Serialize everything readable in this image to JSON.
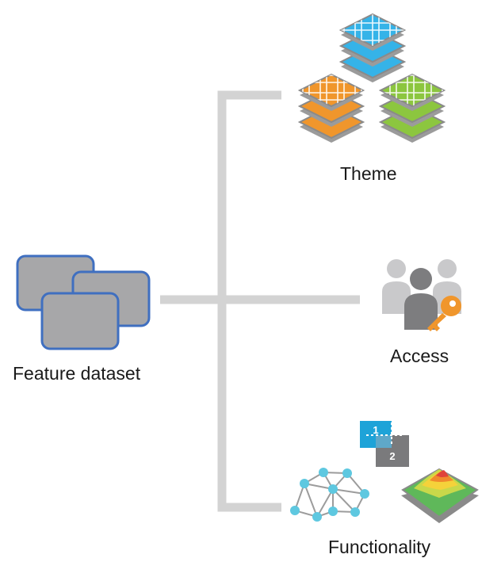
{
  "diagram": {
    "source": {
      "label": "Feature dataset",
      "icon": "feature-dataset-icon"
    },
    "branches": [
      {
        "id": "theme",
        "label": "Theme",
        "icon": "map-layers-icon"
      },
      {
        "id": "access",
        "label": "Access",
        "icon": "users-key-icon"
      },
      {
        "id": "functionality",
        "label": "Functionality",
        "icon": "network-topology-icon"
      }
    ],
    "functionality_numbers": [
      "1",
      "2"
    ]
  },
  "colors": {
    "connector": "#d3d3d3",
    "dataset_fill": "#a7a7a9",
    "dataset_border": "#3f6fc0",
    "layer_blue": "#35b3e8",
    "layer_orange": "#f0962c",
    "layer_green": "#8cc63f",
    "key": "#f0962c",
    "node": "#5ec8e0"
  }
}
